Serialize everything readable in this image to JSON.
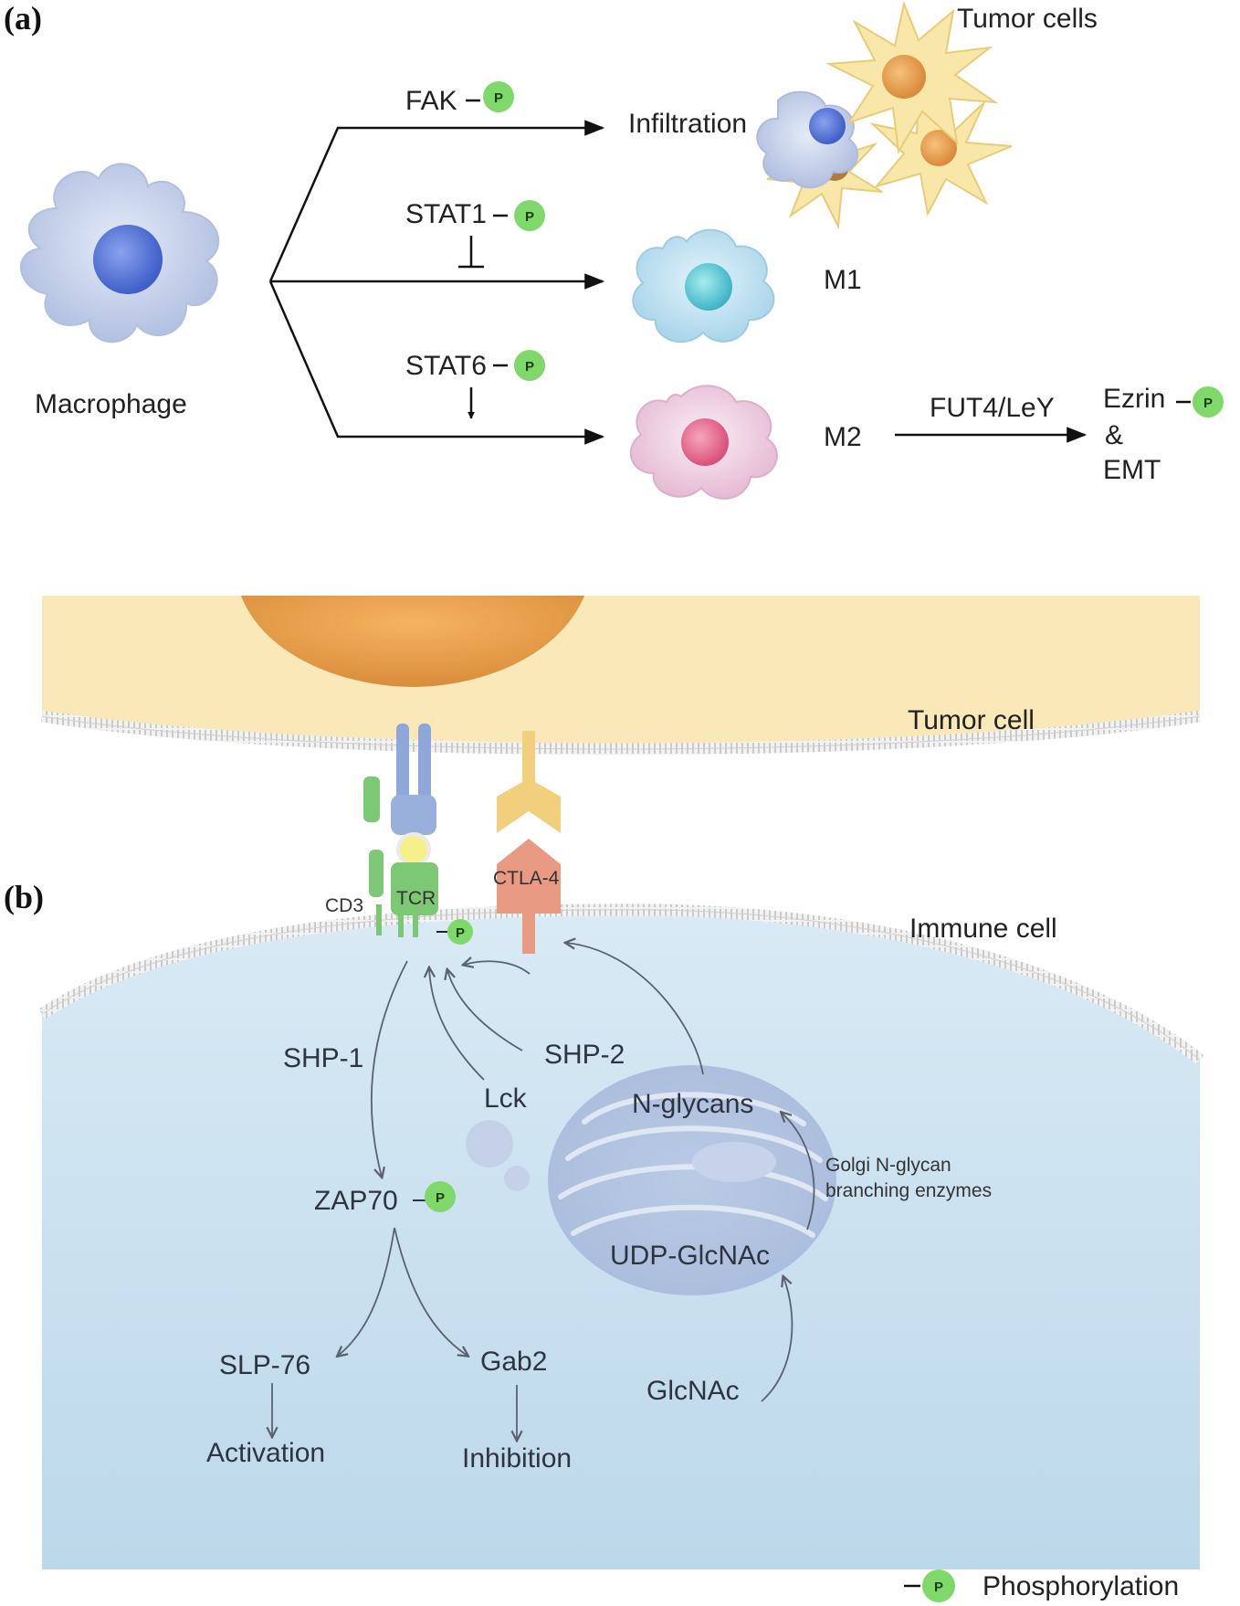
{
  "panel_a": {
    "label": "(a)",
    "macrophage": "Macrophage",
    "tumor_cells": "Tumor cells",
    "fak": "FAK",
    "infiltration": "Infiltration",
    "stat1": "STAT1",
    "m1": "M1",
    "stat6": "STAT6",
    "m2": "M2",
    "fut4": "FUT4/LeY",
    "ezrin": "Ezrin",
    "amp": "&",
    "emt": "EMT"
  },
  "panel_b": {
    "label": "(b)",
    "tumor_cell": "Tumor cell",
    "immune_cell": "Immune cell",
    "cd3": "CD3",
    "tcr": "TCR",
    "ctla4": "CTLA-4",
    "shp1": "SHP-1",
    "shp2": "SHP-2",
    "lck": "Lck",
    "n_glycans": "N-glycans",
    "golgi_line1": "Golgi N-glycan",
    "golgi_line2": "branching enzymes",
    "udp_glcnac": "UDP-GlcNAc",
    "zap70": "ZAP70",
    "slp76": "SLP-76",
    "gab2": "Gab2",
    "activation": "Activation",
    "inhibition": "Inhibition",
    "glcnac": "GlcNAc"
  },
  "legend": {
    "symbol": "P",
    "label": "Phosphorylation"
  },
  "colors": {
    "phospho_green": "#7fd86a",
    "macrophage_blue": "#c8d4ee",
    "nucleus_blue": "#5a78d8",
    "m1_cyan": "#b9e0f0",
    "m2_pink": "#f3d0e4",
    "tumor_yellow": "#f8e7a8",
    "tumor_nucleus": "#f0a555",
    "immune_cell": "#cde3f0",
    "tcr_blue": "#8fa6d8",
    "cd3_green": "#7dc874",
    "ctla4_salmon": "#e99a82",
    "ligand_yellow": "#f2cf7c"
  }
}
